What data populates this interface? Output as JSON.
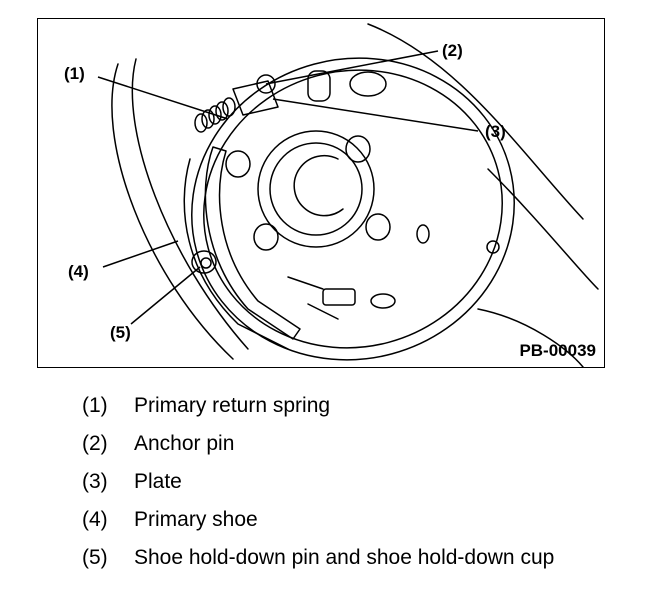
{
  "figure": {
    "id": "PB-00039",
    "callouts": [
      {
        "num": "(1)"
      },
      {
        "num": "(2)"
      },
      {
        "num": "(3)"
      },
      {
        "num": "(4)"
      },
      {
        "num": "(5)"
      }
    ]
  },
  "legend": [
    {
      "num": "(1)",
      "text": "Primary return spring"
    },
    {
      "num": "(2)",
      "text": "Anchor pin"
    },
    {
      "num": "(3)",
      "text": "Plate"
    },
    {
      "num": "(4)",
      "text": "Primary shoe"
    },
    {
      "num": "(5)",
      "text": "Shoe hold-down pin and shoe hold-down cup"
    }
  ]
}
